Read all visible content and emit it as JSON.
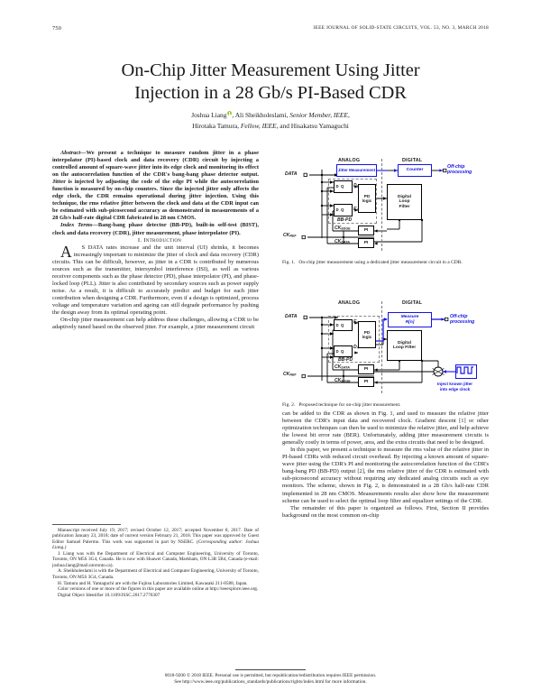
{
  "running_head": {
    "folio": "750",
    "journal": "IEEE JOURNAL OF SOLID-STATE CIRCUITS, VOL. 53, NO. 3, MARCH 2018"
  },
  "title": {
    "line1": "On-Chip Jitter Measurement Using Jitter",
    "line2": "Injection in a 28 Gb/s PI-Based CDR"
  },
  "authors": {
    "line1_a": "Joshua Liang",
    "line1_b": ", Ali Sheikholeslami, ",
    "line1_c": "Senior Member, IEEE",
    "line1_d": ",",
    "line2_a": "Hirotaka Tamura, ",
    "line2_b": "Fellow, IEEE",
    "line2_c": ", and Hisakatsu Yamaguchi"
  },
  "abstract": {
    "lead": "Abstract—",
    "body": "We present a technique to measure random jitter in a phase interpolator (PI)-based clock and data recovery (CDR) circuit by injecting a controlled amount of square-wave jitter into its edge clock and monitoring its effect on the autocorrelation function of the CDR's bang-bang phase detector output. Jitter is injected by adjusting the code of the edge PI while the autocorrelation function is measured by on-chip counters. Since the injected jitter only affects the edge clock, the CDR remains operational during jitter injection. Using this technique, the rms relative jitter between the clock and data at the CDR input can be estimated with sub-picosecond accuracy as demonstrated in measurements of a 28 Gb/s half-rate digital CDR fabricated in 28 nm CMOS."
  },
  "index_terms": {
    "lead": "Index Terms—",
    "body": "Bang-bang phase detector (BB-PD), built-in self-test (BIST), clock and data recovery (CDR), jitter measurement, phase interpolator (PI)."
  },
  "sections": {
    "intro_heading": "I. Introduction"
  },
  "body_left": {
    "p1_dropcap": "A",
    "p1_rest": "S DATA rates increase and the unit interval (UI) shrinks, it becomes increasingly important to minimize the jitter of clock and data recovery (CDR) circuits. This can be difficult, however, as jitter in a CDR is contributed by numerous sources such as the transmitter, intersymbol interference (ISI), as well as various receiver components such as the phase detector (PD), phase interpolator (PI), and phase-locked loop (PLL). Jitter is also contributed by secondary sources such as power supply noise. As a result, it is difficult to accurately predict and budget for each jitter contribution when designing a CDR. Furthermore, even if a design is optimized, process voltage and temperature variation and ageing can still degrade performance by pushing the design away from its optimal operating point.",
    "p2": "On-chip jitter measurement can help address these challenges, allowing a CDR to be adaptively tuned based on the observed jitter. For example, a jitter measurement circuit"
  },
  "body_right": {
    "p1": "can be added to the CDR as shown in Fig. 1, and used to measure the relative jitter between the CDR's input data and recovered clock. Gradient descent [1] or other optimization techniques can then be used to minimize the relative jitter, and help achieve the lowest bit error rate (BER). Unfortunately, adding jitter measurement circuits is generally costly in terms of power, area, and the extra circuits that need to be designed.",
    "p2": "In this paper, we present a technique to measure the rms value of the relative jitter in PI-based CDRs with reduced circuit overhead. By injecting a known amount of square-wave jitter using the CDR's PI and monitoring the autocorrelation function of the CDR's bang-bang PD (BB-PD) output [2], the rms relative jitter of the CDR is estimated with sub-picosecond accuracy without requiring any dedicated analog circuits such as eye monitors. The scheme, shown in Fig. 2, is demonstrated in a 28 Gb/s half-rate CDR implemented in 28 nm CMOS. Measurements results also show how the measurement scheme can be used to select the optimal loop filter and equalizer settings of the CDR.",
    "p3": "The remainder of this paper is organized as follows. First, Section II provides background on the most common on-chip"
  },
  "footnotes": {
    "f1": "Manuscript received July 19, 2017; revised October 12, 2017; accepted November 8, 2017. Date of publication January 23, 2018; date of current version February 21, 2018. This paper was approved by Guest Editor Samuel Palermo. This work was supported in part by NSERC. ",
    "f1_ital": "(Corresponding author: Joshua Liang.)",
    "f2": "J. Liang was with the Department of Electrical and Computer Engineering, University of Toronto, Toronto, ON M5S 3G4, Canada. He is now with Huawei Canada, Markham, ON L3R 5B4, Canada (e-mail: joshua.liang@mail.utoronto.ca).",
    "f3": "A. Sheikholeslami is with the Department of Electrical and Computer Engineering, University of Toronto, Toronto, ON M5S 3G4, Canada.",
    "f4": "H. Tamura and H. Yamaguchi are with the Fujitsu Laboratories Limited, Kawasaki 211-8588, Japan.",
    "f5": "Color versions of one or more of the figures in this paper are available online at http://ieeexplore.ieee.org.",
    "f6": "Digital Object Identifier 10.1109/JSSC.2017.2776307"
  },
  "copyright": {
    "line1": "0018-9200 © 2018 IEEE. Personal use is permitted, but republication/redistribution requires IEEE permission.",
    "line2": "See http://www.ieee.org/publications_standards/publications/rights/index.html for more information."
  },
  "figures": [
    {
      "id": "fig1",
      "caption_label": "Fig. 1.",
      "caption_text": "On-chip jitter measurement using a dedicated jitter measurement circuit in a CDR.",
      "domain_analog": "ANALOG",
      "domain_digital": "DIGITAL",
      "labels": {
        "data": "DATA",
        "ckref": "CK",
        "ckref_sub": "REF",
        "ckedge": "CK",
        "ckedge_sub": "EDGE",
        "ckdata": "CK",
        "ckdata_sub": "DATA",
        "dn": "D",
        "dn_sub": "n",
        "en": "E",
        "en_sub": "n",
        "bbpd": "BB-PD",
        "dff_d": "D",
        "dff_q": "Q"
      },
      "boxes": {
        "jitter_meas": "Jitter Measurement",
        "counter": "Counter",
        "pd_logic": "PD logic",
        "loop_filter": "Digital Loop Filter",
        "pi1": "PI",
        "pi2": "PI",
        "offchip": "Off-chip processing"
      },
      "accent_color": "#1414e6"
    },
    {
      "id": "fig2",
      "caption_label": "Fig. 2.",
      "caption_text": "Proposed technique for on-chip jitter measurement.",
      "domain_analog": "ANALOG",
      "domain_digital": "DIGITAL",
      "labels": {
        "data": "DATA",
        "ckref": "CK",
        "ckref_sub": "REF",
        "ckedge": "CK",
        "ckedge_sub": "EDGE",
        "ckdata": "CK",
        "ckdata_sub": "DATA",
        "dn": "D",
        "dn_sub": "n",
        "en": "E",
        "en_sub": "n",
        "bbpd": "BB-PD",
        "dff_d": "D",
        "dff_q": "Q"
      },
      "boxes": {
        "measure": "Measure R[n]",
        "pd_logic": "PD logic",
        "loop_filter": "Digital Loop Filter",
        "pi1": "PI",
        "pi2": "PI",
        "offchip": "Off-chip processing",
        "inject_note": "Inject known jitter into edge clock",
        "square_wave_icon": "square-wave-icon"
      },
      "accent_color": "#1414e6"
    }
  ]
}
